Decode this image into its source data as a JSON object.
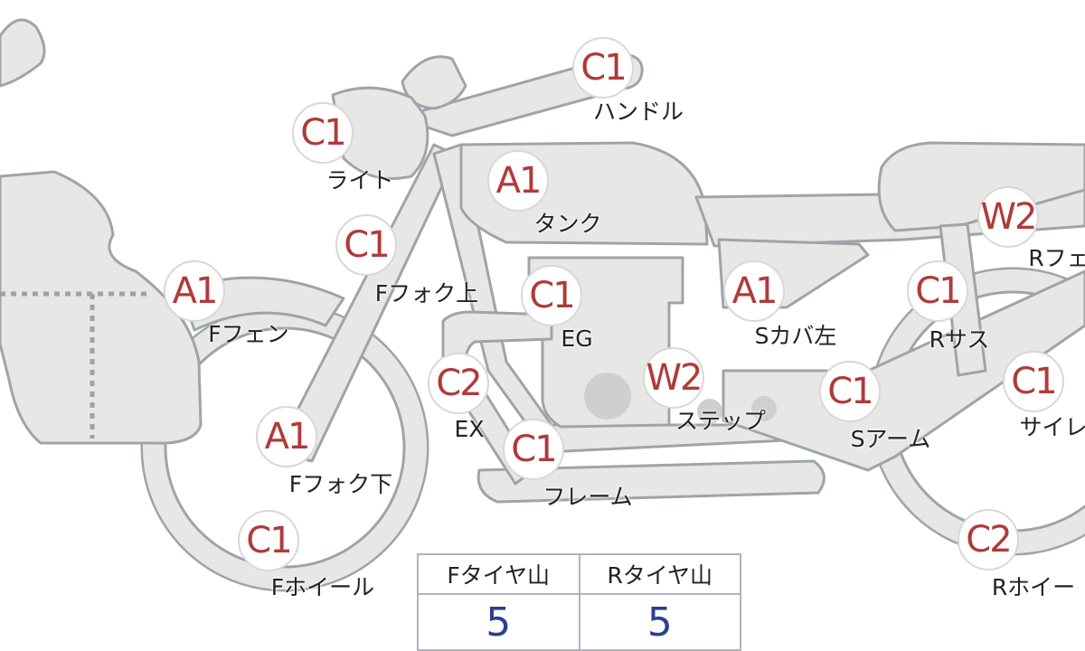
{
  "parts": [
    {
      "id": "handle",
      "grade": "C1",
      "label": "ハンドル"
    },
    {
      "id": "light",
      "grade": "C1",
      "label": "ライト"
    },
    {
      "id": "tank",
      "grade": "A1",
      "label": "タンク"
    },
    {
      "id": "f-fork-upper",
      "grade": "C1",
      "label": "Fフォク上"
    },
    {
      "id": "f-fender",
      "grade": "A1",
      "label": "Fフェン"
    },
    {
      "id": "engine",
      "grade": "C1",
      "label": "EG"
    },
    {
      "id": "s-cover-left",
      "grade": "A1",
      "label": "Sカバ左"
    },
    {
      "id": "r-fender",
      "grade": "W2",
      "label": "Rフェ"
    },
    {
      "id": "r-suspension",
      "grade": "C1",
      "label": "Rサス"
    },
    {
      "id": "exhaust",
      "grade": "C2",
      "label": "EX"
    },
    {
      "id": "step",
      "grade": "W2",
      "label": "ステップ"
    },
    {
      "id": "s-arm",
      "grade": "C1",
      "label": "Sアーム"
    },
    {
      "id": "silencer",
      "grade": "C1",
      "label": "サイレ"
    },
    {
      "id": "f-fork-lower",
      "grade": "A1",
      "label": "Fフォク下"
    },
    {
      "id": "frame",
      "grade": "C1",
      "label": "フレーム"
    },
    {
      "id": "f-wheel",
      "grade": "C1",
      "label": "Fホイール"
    },
    {
      "id": "r-wheel",
      "grade": "C2",
      "label": "Rホイー"
    }
  ],
  "tire_table": {
    "front_header": "Fタイヤ山",
    "rear_header": "Rタイヤ山",
    "front_value": "5",
    "rear_value": "5"
  },
  "colors": {
    "grade_text": "#b03a3a",
    "value_text": "#2c3f8c",
    "part_fill": "#e7e7e5",
    "outline": "#9fa4a8"
  }
}
